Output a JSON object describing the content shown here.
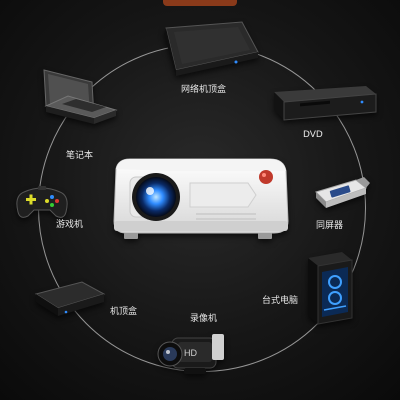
{
  "devices": {
    "network_box": {
      "label": "网络机顶盒",
      "icon": "network-set-top-box-icon"
    },
    "dvd": {
      "label": "DVD",
      "icon": "dvd-player-icon"
    },
    "screen_mirror": {
      "label": "同屏器",
      "icon": "screen-mirror-dongle-icon"
    },
    "desktop_pc": {
      "label": "台式电脑",
      "icon": "desktop-computer-icon"
    },
    "camcorder": {
      "label": "录像机",
      "icon": "camcorder-icon"
    },
    "set_top_box": {
      "label": "机顶盒",
      "icon": "set-top-box-icon"
    },
    "game_console": {
      "label": "游戏机",
      "icon": "gamepad-icon"
    },
    "laptop": {
      "label": "笔记本",
      "icon": "laptop-icon"
    }
  },
  "projector": {
    "icon": "projector-icon"
  },
  "colors": {
    "background": "#111111",
    "ring": "#ffffff",
    "label": "#e8e8e8",
    "accent_blue": "#2f8cff",
    "accent_red": "#c0392b"
  }
}
